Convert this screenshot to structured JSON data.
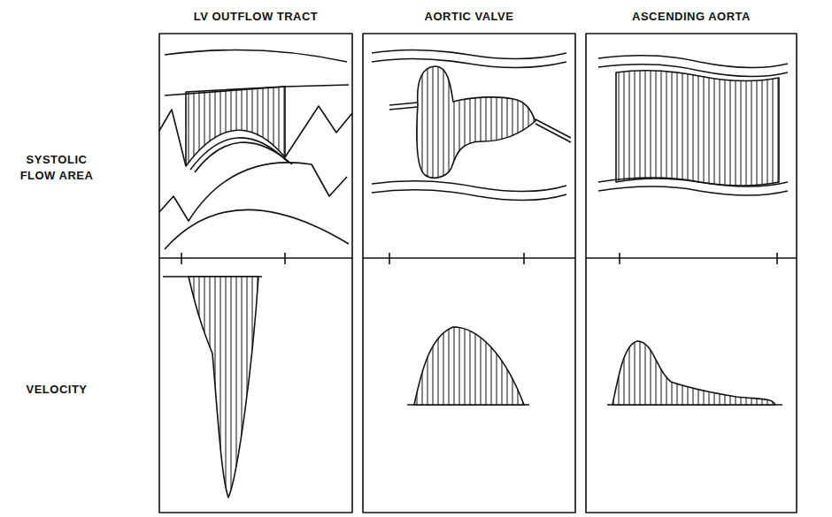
{
  "diagram": {
    "labels": [
      "LV OUTFLOW TRACT",
      "AORTIC VALVE",
      "ASCENDING AORTA",
      "SYSTOLIC FLOW AREA",
      "VELOCITY"
    ]
  }
}
